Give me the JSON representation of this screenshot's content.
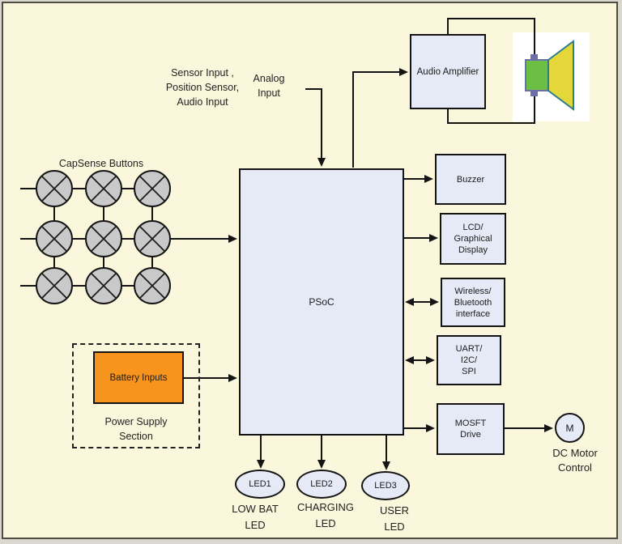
{
  "palette": {
    "background": "#FBF7DC",
    "node_fill": "#E6EAF6",
    "battery_fill": "#F7941E",
    "capsense_fill": "#C9C9C9",
    "line": "#141414",
    "speaker_green": "#6CBE45",
    "speaker_yellow": "#E3D73B",
    "speaker_cone_border": "#2D7D8E",
    "speaker_frame_border": "#6E6EA8"
  },
  "annotations": {
    "sensor_inputs": "Sensor Input ,\nPosition Sensor,\nAudio Input",
    "analog_input": "Analog\nInput",
    "capsense_title": "CapSense Buttons"
  },
  "nodes": {
    "psoc": {
      "label": "PSoC"
    },
    "audio_amplifier": {
      "label": "Audio Amplifier"
    },
    "buzzer": {
      "label": "Buzzer"
    },
    "lcd": {
      "label": "LCD/\nGraphical\nDisplay"
    },
    "wireless": {
      "label": "Wireless/\nBluetooth\ninterface"
    },
    "uart": {
      "label": "UART/\nI2C/\nSPI"
    },
    "mosft": {
      "label": "MOSFT\nDrive"
    },
    "motor": {
      "label": "M",
      "caption": "DC Motor\nControl"
    },
    "battery": {
      "label": "Battery Inputs"
    },
    "power_supply": {
      "caption": "Power Supply\nSection"
    },
    "led1": {
      "label": "LED1",
      "caption": "LOW BAT\nLED"
    },
    "led2": {
      "label": "LED2",
      "caption": "CHARGING\nLED"
    },
    "led3": {
      "label": "LED3",
      "caption": "USER\nLED"
    }
  }
}
